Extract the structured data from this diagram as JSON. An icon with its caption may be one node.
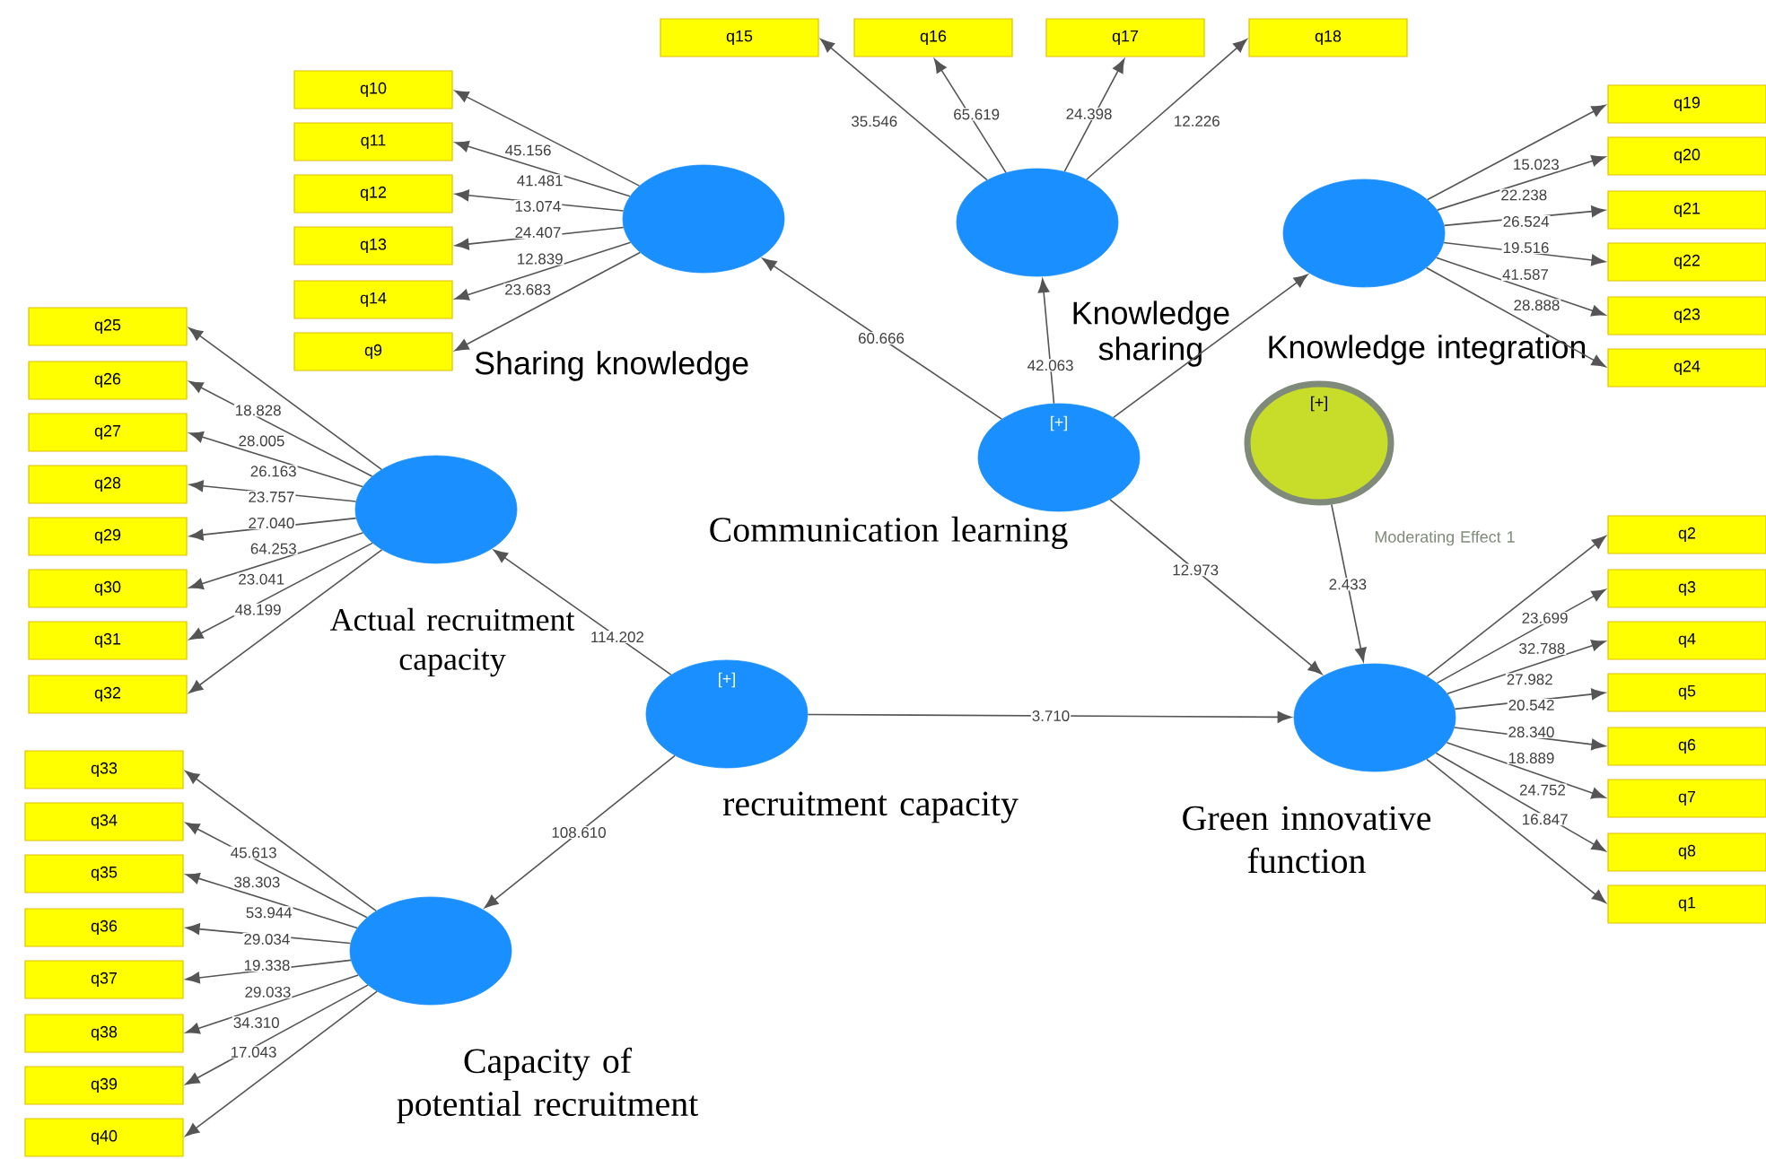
{
  "diagram": {
    "nodes": [
      {
        "text": [
          "Sharing knowledge"
        ]
      },
      {
        "text": [
          "Knowledge sharing"
        ]
      },
      {
        "text": [
          "Knowledge integration"
        ]
      },
      {
        "text": [
          "[+]",
          "Communication learning"
        ]
      },
      {
        "text": [
          "[+]"
        ],
        "beside": [
          "Moderating Effect 1"
        ]
      },
      {
        "text": [
          "Actual recruitment capacity"
        ]
      },
      {
        "text": [
          "[+]",
          "recruitment capacity"
        ]
      },
      {
        "text": [
          "Green innovative function"
        ]
      },
      {
        "text": [
          "Capacity of potential recruitment"
        ]
      },
      {
        "text": [
          "q10"
        ]
      },
      {
        "text": [
          "q11"
        ]
      },
      {
        "text": [
          "q12"
        ]
      },
      {
        "text": [
          "q13"
        ]
      },
      {
        "text": [
          "q14"
        ]
      },
      {
        "text": [
          "q9"
        ]
      },
      {
        "text": [
          "q15"
        ]
      },
      {
        "text": [
          "q16"
        ]
      },
      {
        "text": [
          "q17"
        ]
      },
      {
        "text": [
          "q18"
        ]
      },
      {
        "text": [
          "q19"
        ]
      },
      {
        "text": [
          "q20"
        ]
      },
      {
        "text": [
          "q21"
        ]
      },
      {
        "text": [
          "q22"
        ]
      },
      {
        "text": [
          "q23"
        ]
      },
      {
        "text": [
          "q24"
        ]
      },
      {
        "text": [
          "q25"
        ]
      },
      {
        "text": [
          "q26"
        ]
      },
      {
        "text": [
          "q27"
        ]
      },
      {
        "text": [
          "q28"
        ]
      },
      {
        "text": [
          "q29"
        ]
      },
      {
        "text": [
          "q30"
        ]
      },
      {
        "text": [
          "q31"
        ]
      },
      {
        "text": [
          "q32"
        ]
      },
      {
        "text": [
          "q33"
        ]
      },
      {
        "text": [
          "q34"
        ]
      },
      {
        "text": [
          "q35"
        ]
      },
      {
        "text": [
          "q36"
        ]
      },
      {
        "text": [
          "q37"
        ]
      },
      {
        "text": [
          "q38"
        ]
      },
      {
        "text": [
          "q39"
        ]
      },
      {
        "text": [
          "q40"
        ]
      },
      {
        "text": [
          "q2"
        ]
      },
      {
        "text": [
          "q3"
        ]
      },
      {
        "text": [
          "q4"
        ]
      },
      {
        "text": [
          "q5"
        ]
      },
      {
        "text": [
          "q6"
        ]
      },
      {
        "text": [
          "q7"
        ]
      },
      {
        "text": [
          "q8"
        ]
      },
      {
        "text": [
          "q1"
        ]
      }
    ],
    "edges": [
      {
        "from": 0,
        "to": 9,
        "arrow": "to",
        "label": "45.156"
      },
      {
        "from": 0,
        "to": 10,
        "arrow": "to",
        "label": "41.481"
      },
      {
        "from": 0,
        "to": 11,
        "arrow": "to",
        "label": "13.074"
      },
      {
        "from": 0,
        "to": 12,
        "arrow": "to",
        "label": "24.407"
      },
      {
        "from": 0,
        "to": 13,
        "arrow": "to",
        "label": "12.839"
      },
      {
        "from": 0,
        "to": 14,
        "arrow": "to",
        "label": "23.683"
      },
      {
        "from": 1,
        "to": 15,
        "arrow": "to",
        "label": "35.546"
      },
      {
        "from": 1,
        "to": 16,
        "arrow": "to",
        "label": "65.619"
      },
      {
        "from": 1,
        "to": 17,
        "arrow": "to",
        "label": "24.398"
      },
      {
        "from": 1,
        "to": 18,
        "arrow": "to",
        "label": "12.226"
      },
      {
        "from": 2,
        "to": 19,
        "arrow": "to",
        "label": "15.023"
      },
      {
        "from": 2,
        "to": 20,
        "arrow": "to",
        "label": "22.238"
      },
      {
        "from": 2,
        "to": 21,
        "arrow": "to",
        "label": "26.524"
      },
      {
        "from": 2,
        "to": 22,
        "arrow": "to",
        "label": "19.516"
      },
      {
        "from": 2,
        "to": 23,
        "arrow": "to",
        "label": "41.587"
      },
      {
        "from": 2,
        "to": 24,
        "arrow": "to",
        "label": "28.888"
      },
      {
        "from": 5,
        "to": 25,
        "arrow": "to",
        "label": "18.828"
      },
      {
        "from": 5,
        "to": 26,
        "arrow": "to",
        "label": "28.005"
      },
      {
        "from": 5,
        "to": 27,
        "arrow": "to",
        "label": "26.163"
      },
      {
        "from": 5,
        "to": 28,
        "arrow": "to",
        "label": "23.757"
      },
      {
        "from": 5,
        "to": 29,
        "arrow": "to",
        "label": "27.040"
      },
      {
        "from": 5,
        "to": 30,
        "arrow": "to",
        "label": "64.253"
      },
      {
        "from": 5,
        "to": 31,
        "arrow": "to",
        "label": "23.041"
      },
      {
        "from": 5,
        "to": 32,
        "arrow": "to",
        "label": "48.199"
      },
      {
        "from": 8,
        "to": 33,
        "arrow": "to",
        "label": "45.613"
      },
      {
        "from": 8,
        "to": 34,
        "arrow": "to",
        "label": "38.303"
      },
      {
        "from": 8,
        "to": 35,
        "arrow": "to",
        "label": "53.944"
      },
      {
        "from": 8,
        "to": 36,
        "arrow": "to",
        "label": "29.034"
      },
      {
        "from": 8,
        "to": 37,
        "arrow": "to",
        "label": "19.338"
      },
      {
        "from": 8,
        "to": 38,
        "arrow": "to",
        "label": "29.033"
      },
      {
        "from": 8,
        "to": 39,
        "arrow": "to",
        "label": "34.310"
      },
      {
        "from": 8,
        "to": 40,
        "arrow": "to",
        "label": "17.043"
      },
      {
        "from": 7,
        "to": 41,
        "arrow": "to",
        "label": "23.699"
      },
      {
        "from": 7,
        "to": 42,
        "arrow": "to",
        "label": "32.788"
      },
      {
        "from": 7,
        "to": 43,
        "arrow": "to",
        "label": "27.982"
      },
      {
        "from": 7,
        "to": 44,
        "arrow": "to",
        "label": "20.542"
      },
      {
        "from": 7,
        "to": 45,
        "arrow": "to",
        "label": "28.340"
      },
      {
        "from": 7,
        "to": 46,
        "arrow": "to",
        "label": "18.889"
      },
      {
        "from": 7,
        "to": 47,
        "arrow": "to",
        "label": "24.752"
      },
      {
        "from": 7,
        "to": 48,
        "arrow": "to",
        "label": "16.847"
      },
      {
        "from": 3,
        "to": 0,
        "arrow": "to",
        "label": "60.666"
      },
      {
        "from": 3,
        "to": 1,
        "arrow": "to",
        "label": "42.063"
      },
      {
        "from": 3,
        "to": 2,
        "arrow": "to"
      },
      {
        "from": 6,
        "to": 5,
        "arrow": "to",
        "label": "114.202"
      },
      {
        "from": 6,
        "to": 8,
        "arrow": "to",
        "label": "108.610"
      },
      {
        "from": 6,
        "to": 7,
        "arrow": "to",
        "label": "3.710"
      },
      {
        "from": 3,
        "to": 7,
        "arrow": "to",
        "label": "12.973"
      },
      {
        "from": 4,
        "to": 7,
        "arrow": "to",
        "label": "2.433"
      }
    ]
  }
}
